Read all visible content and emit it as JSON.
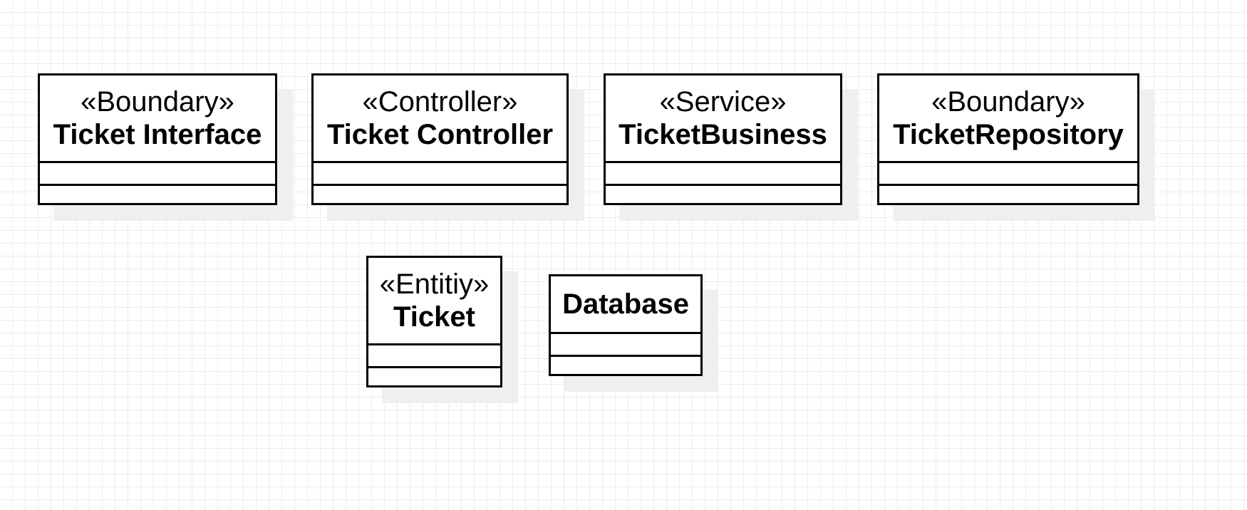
{
  "classes": {
    "ticket_interface": {
      "stereotype": "«Boundary»",
      "name": "Ticket Interface"
    },
    "ticket_controller": {
      "stereotype": "«Controller»",
      "name": "Ticket Controller"
    },
    "ticket_business": {
      "stereotype": "«Service»",
      "name": "TicketBusiness"
    },
    "ticket_repository": {
      "stereotype": "«Boundary»",
      "name": "TicketRepository"
    },
    "ticket": {
      "stereotype": "«Entitiy»",
      "name": "Ticket"
    },
    "database": {
      "name": "Database"
    }
  }
}
